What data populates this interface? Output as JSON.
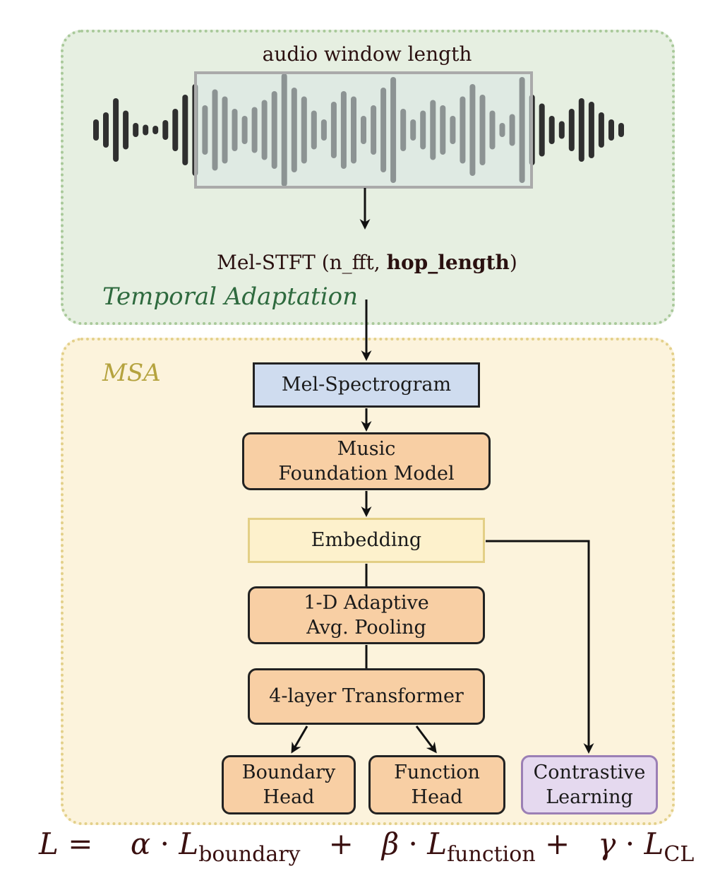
{
  "temporal_adaptation": {
    "title": "Temporal Adaptation",
    "window_label": "audio window length",
    "stft_prefix": "Mel-STFT (n_fft, ",
    "stft_bold": "hop_length",
    "stft_suffix": ")"
  },
  "msa": {
    "title": "MSA",
    "mel_spectrogram": "Mel-Spectrogram",
    "foundation_line1": "Music",
    "foundation_line2": "Foundation Model",
    "embedding": "Embedding",
    "pooling_line1": "1-D Adaptive",
    "pooling_line2": "Avg. Pooling",
    "transformer": "4-layer Transformer",
    "boundary_line1": "Boundary",
    "boundary_line2": "Head",
    "function_line1": "Function",
    "function_line2": "Head",
    "contrastive_line1": "Contrastive",
    "contrastive_line2": "Learning"
  },
  "loss": {
    "lhs": "L",
    "equals": "=",
    "alpha": "α",
    "beta": "β",
    "gamma": "γ",
    "dot": "·",
    "plus": "+",
    "sub_boundary": "boundary",
    "sub_function": "function",
    "sub_cl": "CL"
  },
  "colors": {
    "temporal_bg": "#e6efe1",
    "msa_bg": "#fcf3dc",
    "mel_box": "#cfdcef",
    "orange_box": "#f8cfa4",
    "embedding_box": "#fdf1cc",
    "contrastive_box": "#e5d9ef"
  }
}
